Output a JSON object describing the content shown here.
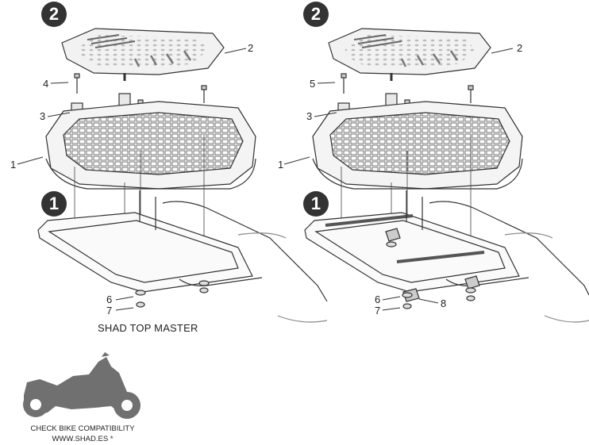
{
  "left_panel": {
    "step_top": "2",
    "step_bottom": "1",
    "callouts": {
      "c1": "1",
      "c2": "2",
      "c3": "3",
      "c4": "4",
      "c6": "6",
      "c7": "7"
    },
    "caption": "SHAD TOP MASTER"
  },
  "right_panel": {
    "step_top": "2",
    "step_bottom": "1",
    "callouts": {
      "c1": "1",
      "c2": "2",
      "c3": "3",
      "c5": "5",
      "c6": "6",
      "c7": "7",
      "c8": "8"
    }
  },
  "footer": {
    "line1": "CHECK BIKE COMPATIBILITY",
    "line2": "WWW.SHAD.ES *"
  },
  "colors": {
    "line": "#333333",
    "badge": "#333333",
    "silhouette": "#707070"
  }
}
